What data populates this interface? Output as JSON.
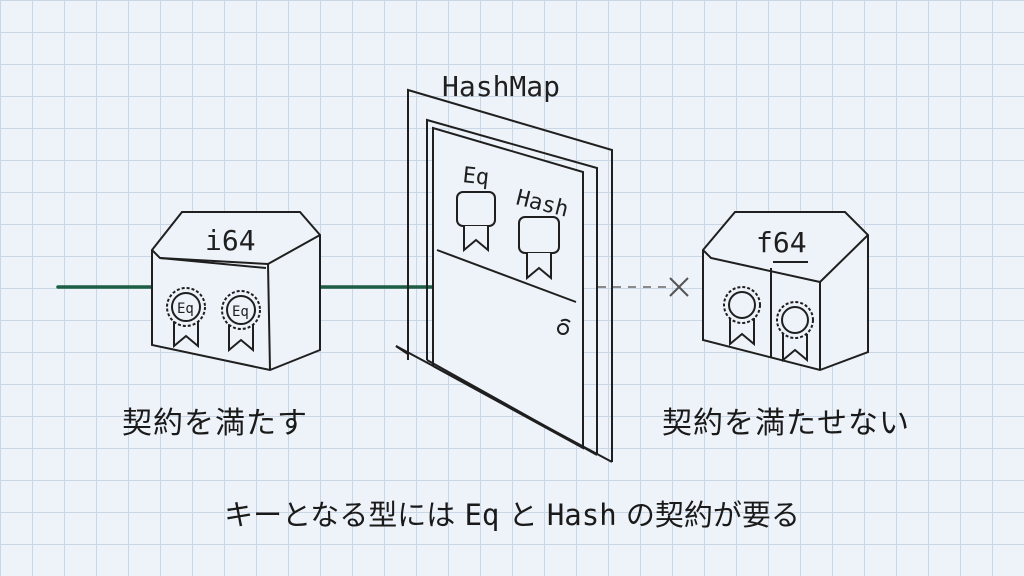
{
  "hashmap_label": "HashMap",
  "door": {
    "badge_left": "Eq",
    "badge_right": "Hash"
  },
  "box_left": {
    "label": "i64",
    "badge_1": "Eq",
    "badge_2": "Eq",
    "caption": "契約を満たす"
  },
  "box_right": {
    "label": "f64",
    "caption": "契約を満たせない"
  },
  "footer": {
    "part1": "キーとなる型には ",
    "code1": "Eq",
    "part2": " と ",
    "code2": "Hash",
    "part3": " の契約が要る"
  },
  "colors": {
    "line": "#1f1f1f",
    "connector": "#1e5e45",
    "dashed": "#8a8a8a",
    "background": "#eef3f9",
    "grid": "#c9d6e6"
  }
}
